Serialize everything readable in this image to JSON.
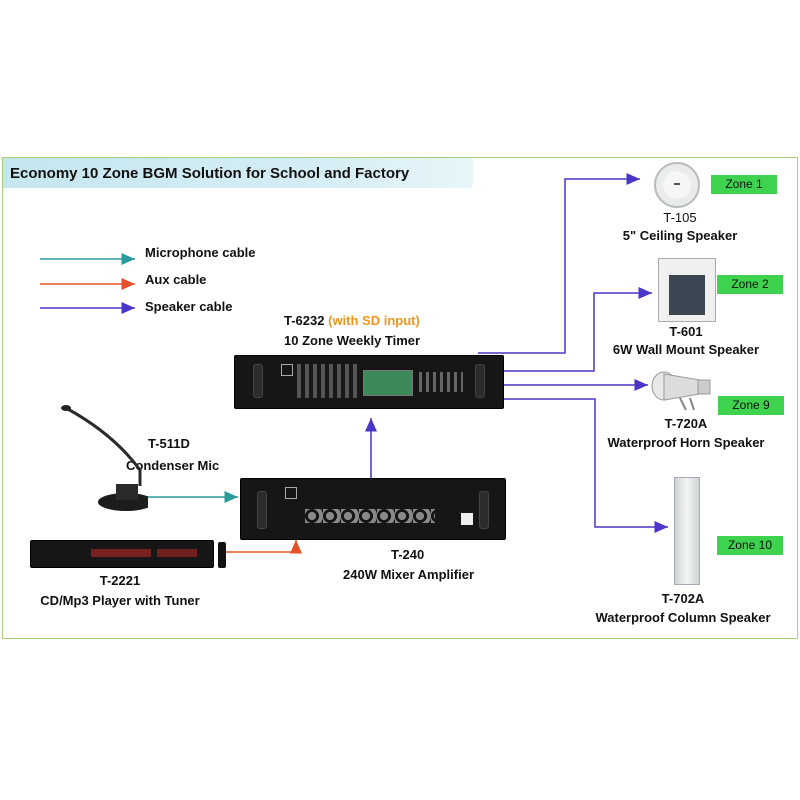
{
  "title": "Economy 10 Zone BGM Solution for School and Factory",
  "legend": [
    {
      "label": "Microphone cable",
      "color": "#2a9c9c"
    },
    {
      "label": "Aux cable",
      "color": "#e8502a"
    },
    {
      "label": "Speaker cable",
      "color": "#4a36c8"
    }
  ],
  "devices": {
    "timer": {
      "model": "T-6232",
      "note": "(with SD input)",
      "desc": "10 Zone Weekly Timer",
      "note_color": "#f0961e"
    },
    "mic": {
      "model": "T-511D",
      "desc": "Condenser Mic"
    },
    "amp": {
      "model": "T-240",
      "desc": "240W Mixer Amplifier"
    },
    "player": {
      "model": "T-2221",
      "desc": "CD/Mp3 Player with Tuner"
    }
  },
  "speakers": [
    {
      "zone": "Zone 1",
      "model": "T-105",
      "desc": "5\" Ceiling Speaker"
    },
    {
      "zone": "Zone 2",
      "model": "T-601",
      "desc": "6W Wall Mount Speaker"
    },
    {
      "zone": "Zone 9",
      "model": "T-720A",
      "desc": "Waterproof Horn Speaker"
    },
    {
      "zone": "Zone 10",
      "model": "T-702A",
      "desc": "Waterproof Column Speaker"
    }
  ],
  "colors": {
    "zone_fill": "#3fd24f",
    "frame": "#a6d276",
    "title_bg": "#c5e6f0"
  }
}
